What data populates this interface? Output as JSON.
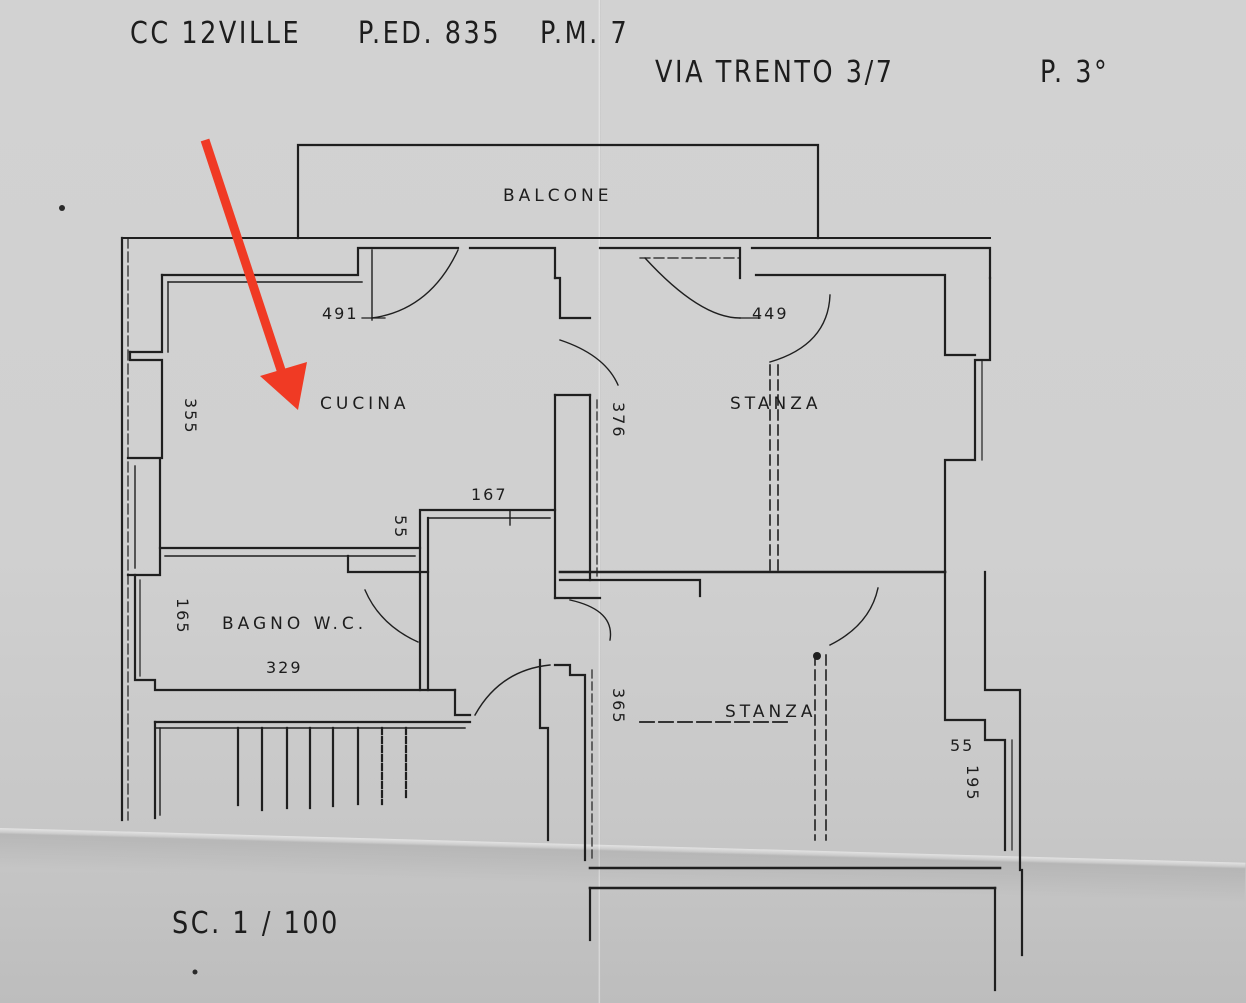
{
  "header": {
    "cadastral": "CC 12VILLE",
    "parcel": "P.ED. 835",
    "unit": "P.M. 7",
    "address": "VIA TRENTO 3/7",
    "floor": "P. 3°"
  },
  "rooms": {
    "balcony": "BALCONE",
    "kitchen": "CUCINA",
    "room_top": "STANZA",
    "room_bottom": "STANZA",
    "bathroom": "BAGNO W.C."
  },
  "dimensions": {
    "kitchen_width": "491",
    "kitchen_depth": "355",
    "room_top_width": "449",
    "room_top_depth": "376",
    "hall_segment": "167",
    "hall_offset": "55",
    "bath_depth": "165",
    "bath_width": "329",
    "room_bottom_depth": "365",
    "niche_offset": "55",
    "niche_length": "195"
  },
  "scale": "SC. 1 / 100",
  "annotation": {
    "type": "arrow",
    "color": "#f03a24",
    "points_to": "CUCINA"
  },
  "colors": {
    "paper": "#d0d0d0",
    "ink": "#1d1d1d",
    "highlight": "#f03a24"
  }
}
